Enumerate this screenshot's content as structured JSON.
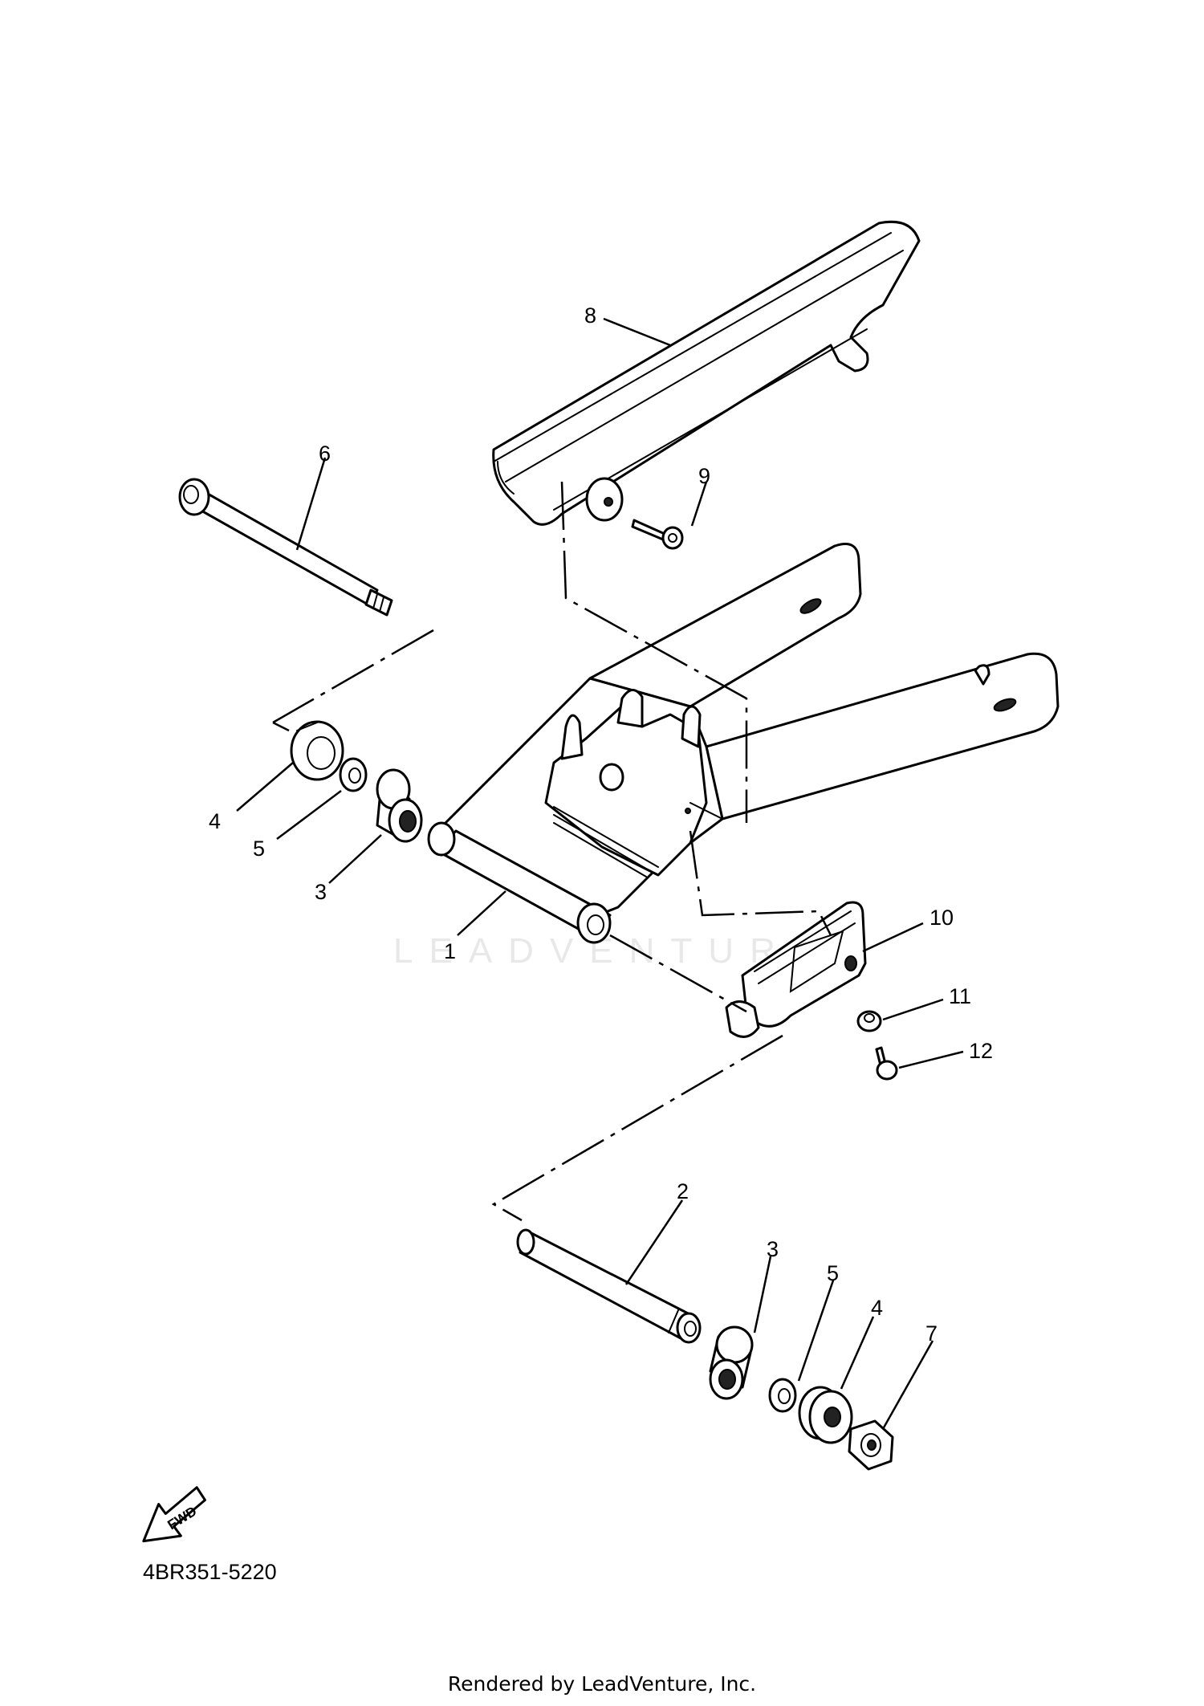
{
  "diagram": {
    "callouts": [
      {
        "id": "c1",
        "text": "1"
      },
      {
        "id": "c2",
        "text": "2"
      },
      {
        "id": "c3a",
        "text": "3"
      },
      {
        "id": "c3b",
        "text": "3"
      },
      {
        "id": "c4a",
        "text": "4"
      },
      {
        "id": "c4b",
        "text": "4"
      },
      {
        "id": "c5a",
        "text": "5"
      },
      {
        "id": "c5b",
        "text": "5"
      },
      {
        "id": "c6",
        "text": "6"
      },
      {
        "id": "c7",
        "text": "7"
      },
      {
        "id": "c8",
        "text": "8"
      },
      {
        "id": "c9",
        "text": "9"
      },
      {
        "id": "c10",
        "text": "10"
      },
      {
        "id": "c11",
        "text": "11"
      },
      {
        "id": "c12",
        "text": "12"
      }
    ],
    "fwd_label": "FWD",
    "part_code": "4BR351-5220",
    "watermark": "LEADVENTURE",
    "rendered_by": "Rendered by LeadVenture, Inc."
  }
}
